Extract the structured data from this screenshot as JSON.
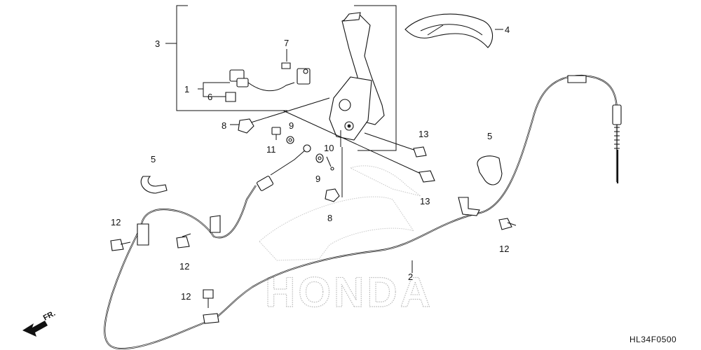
{
  "diagram": {
    "drawing_code": "HL34F0500",
    "direction_label": "FR.",
    "watermark": "HONDA",
    "callouts": [
      {
        "id": "c1",
        "text": "1"
      },
      {
        "id": "c2",
        "text": "2"
      },
      {
        "id": "c3",
        "text": "3"
      },
      {
        "id": "c4",
        "text": "4"
      },
      {
        "id": "c5a",
        "text": "5"
      },
      {
        "id": "c5b",
        "text": "5"
      },
      {
        "id": "c6",
        "text": "6"
      },
      {
        "id": "c7",
        "text": "7"
      },
      {
        "id": "c8a",
        "text": "8"
      },
      {
        "id": "c8b",
        "text": "8"
      },
      {
        "id": "c9a",
        "text": "9"
      },
      {
        "id": "c9b",
        "text": "9"
      },
      {
        "id": "c10",
        "text": "10"
      },
      {
        "id": "c11",
        "text": "11"
      },
      {
        "id": "c12a",
        "text": "12"
      },
      {
        "id": "c12b",
        "text": "12"
      },
      {
        "id": "c12c",
        "text": "12"
      },
      {
        "id": "c12d",
        "text": "12"
      },
      {
        "id": "c13a",
        "text": "13"
      },
      {
        "id": "c13b",
        "text": "13"
      }
    ]
  }
}
